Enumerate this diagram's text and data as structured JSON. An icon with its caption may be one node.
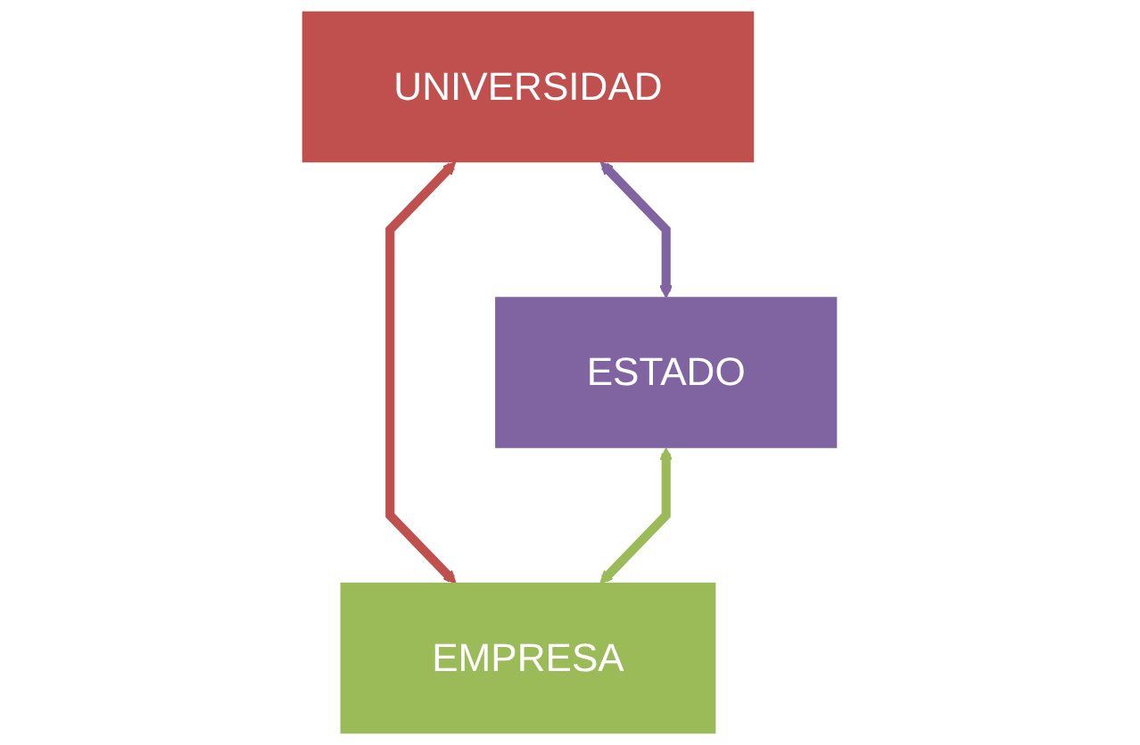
{
  "diagram": {
    "nodes": [
      {
        "text": [
          "UNIVERSIDAD"
        ]
      },
      {
        "text": [
          "ESTADO"
        ]
      },
      {
        "text": [
          "EMPRESA"
        ]
      }
    ],
    "edges": [
      {
        "from": 0,
        "to": 1,
        "arrow": "both",
        "color": "#8064a2"
      },
      {
        "from": 0,
        "to": 2,
        "arrow": "both",
        "color": "#c0504d"
      },
      {
        "from": 1,
        "to": 2,
        "arrow": "both",
        "color": "#9bbb59"
      }
    ]
  }
}
